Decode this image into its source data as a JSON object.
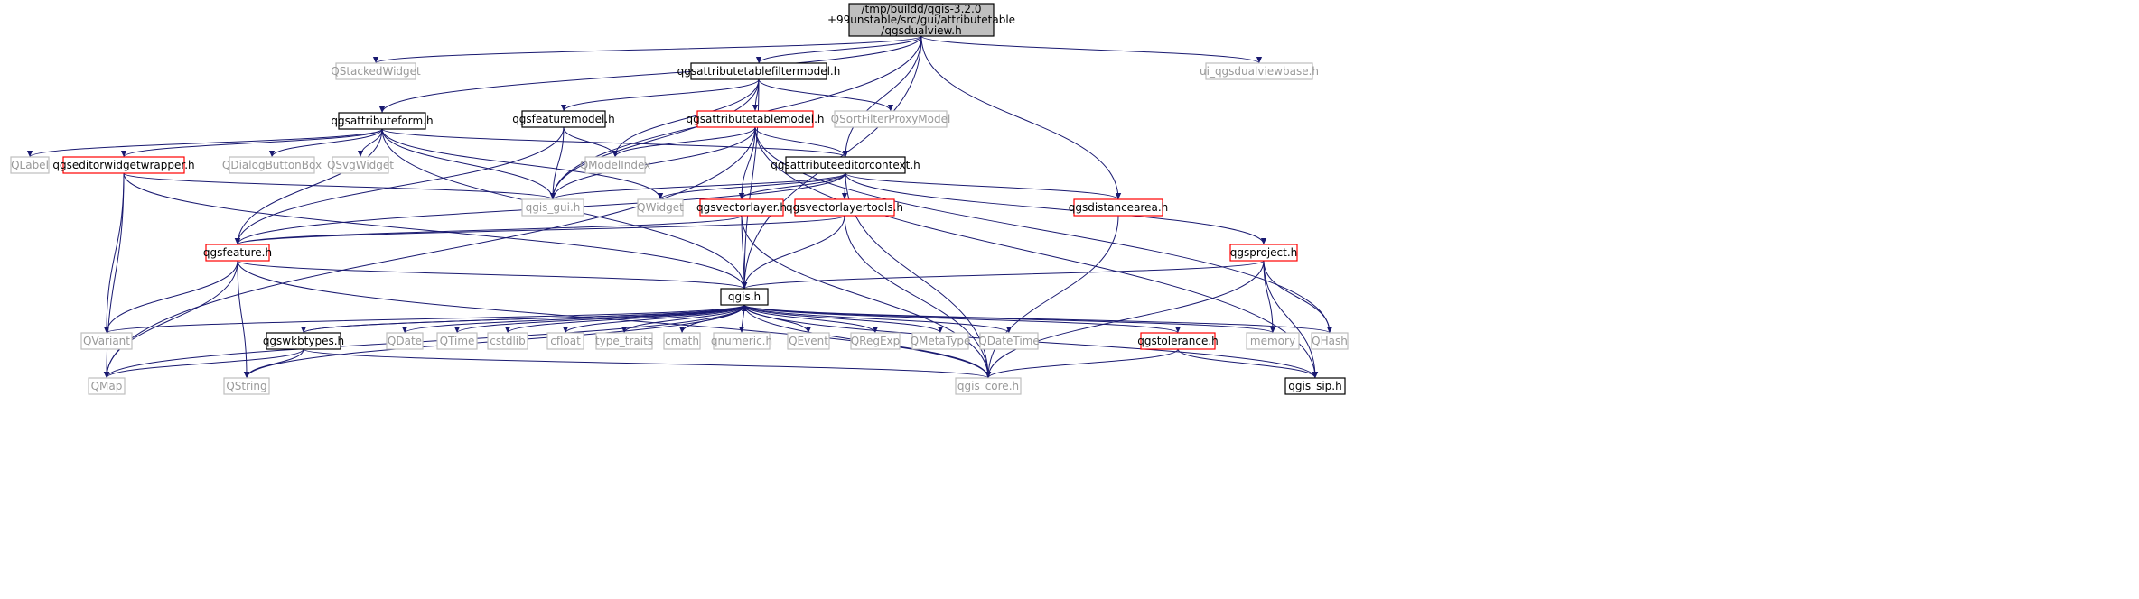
{
  "colors": {
    "edge": "#191970",
    "documented_border": "#000000",
    "undocumented_border": "#ff0000",
    "external_text": "#999999",
    "root_fill": "#bfbfbf"
  },
  "nodes": [
    {
      "id": "root",
      "lines": [
        "/tmp/buildd/qgis-3.2.0",
        "+99unstable/src/gui/attributetable",
        "/qgsdualview.h"
      ],
      "style": "root"
    },
    {
      "id": "QStackedWidget",
      "lines": [
        "QStackedWidget"
      ],
      "style": "gray"
    },
    {
      "id": "qgsattributetablefiltermodel",
      "lines": [
        "qgsattributetablefiltermodel.h"
      ],
      "style": "black"
    },
    {
      "id": "ui_qgsdualviewbase",
      "lines": [
        "ui_qgsdualviewbase.h"
      ],
      "style": "gray"
    },
    {
      "id": "qgsattributeform",
      "lines": [
        "qgsattributeform.h"
      ],
      "style": "black"
    },
    {
      "id": "qgsfeaturemodel",
      "lines": [
        "qgsfeaturemodel.h"
      ],
      "style": "black"
    },
    {
      "id": "qgsattributetablemodel",
      "lines": [
        "qgsattributetablemodel.h"
      ],
      "style": "red"
    },
    {
      "id": "QSortFilterProxyModel",
      "lines": [
        "QSortFilterProxyModel"
      ],
      "style": "gray"
    },
    {
      "id": "QLabel",
      "lines": [
        "QLabel"
      ],
      "style": "gray"
    },
    {
      "id": "qgseditorwidgetwrapper",
      "lines": [
        "qgseditorwidgetwrapper.h"
      ],
      "style": "red"
    },
    {
      "id": "QDialogButtonBox",
      "lines": [
        "QDialogButtonBox"
      ],
      "style": "gray"
    },
    {
      "id": "QSvgWidget",
      "lines": [
        "QSvgWidget"
      ],
      "style": "gray"
    },
    {
      "id": "QModelIndex",
      "lines": [
        "QModelIndex"
      ],
      "style": "gray"
    },
    {
      "id": "qgsattributeeditorcontext",
      "lines": [
        "qgsattributeeditorcontext.h"
      ],
      "style": "black"
    },
    {
      "id": "qgis_gui",
      "lines": [
        "qgis_gui.h"
      ],
      "style": "gray"
    },
    {
      "id": "QWidget",
      "lines": [
        "QWidget"
      ],
      "style": "gray"
    },
    {
      "id": "qgsvectorlayer",
      "lines": [
        "qgsvectorlayer.h"
      ],
      "style": "red"
    },
    {
      "id": "qgsvectorlayertools",
      "lines": [
        "qgsvectorlayertools.h"
      ],
      "style": "red"
    },
    {
      "id": "qgsdistancearea",
      "lines": [
        "qgsdistancearea.h"
      ],
      "style": "red"
    },
    {
      "id": "qgsfeature",
      "lines": [
        "qgsfeature.h"
      ],
      "style": "red"
    },
    {
      "id": "qgsproject",
      "lines": [
        "qgsproject.h"
      ],
      "style": "red"
    },
    {
      "id": "qgis",
      "lines": [
        "qgis.h"
      ],
      "style": "black"
    },
    {
      "id": "QVariant",
      "lines": [
        "QVariant"
      ],
      "style": "gray"
    },
    {
      "id": "qgswkbtypes",
      "lines": [
        "qgswkbtypes.h"
      ],
      "style": "black"
    },
    {
      "id": "QDate",
      "lines": [
        "QDate"
      ],
      "style": "gray"
    },
    {
      "id": "QTime",
      "lines": [
        "QTime"
      ],
      "style": "gray"
    },
    {
      "id": "cstdlib",
      "lines": [
        "cstdlib"
      ],
      "style": "gray"
    },
    {
      "id": "cfloat",
      "lines": [
        "cfloat"
      ],
      "style": "gray"
    },
    {
      "id": "type_traits",
      "lines": [
        "type_traits"
      ],
      "style": "gray"
    },
    {
      "id": "cmath",
      "lines": [
        "cmath"
      ],
      "style": "gray"
    },
    {
      "id": "qnumeric",
      "lines": [
        "qnumeric.h"
      ],
      "style": "gray"
    },
    {
      "id": "QEvent",
      "lines": [
        "QEvent"
      ],
      "style": "gray"
    },
    {
      "id": "QRegExp",
      "lines": [
        "QRegExp"
      ],
      "style": "gray"
    },
    {
      "id": "QMetaType",
      "lines": [
        "QMetaType"
      ],
      "style": "gray"
    },
    {
      "id": "QDateTime",
      "lines": [
        "QDateTime"
      ],
      "style": "gray"
    },
    {
      "id": "qgstolerance",
      "lines": [
        "qgstolerance.h"
      ],
      "style": "red"
    },
    {
      "id": "memory",
      "lines": [
        "memory"
      ],
      "style": "gray"
    },
    {
      "id": "QHash",
      "lines": [
        "QHash"
      ],
      "style": "gray"
    },
    {
      "id": "QMap",
      "lines": [
        "QMap"
      ],
      "style": "gray"
    },
    {
      "id": "QString",
      "lines": [
        "QString"
      ],
      "style": "gray"
    },
    {
      "id": "qgis_core",
      "lines": [
        "qgis_core.h"
      ],
      "style": "gray"
    },
    {
      "id": "qgis_sip",
      "lines": [
        "qgis_sip.h"
      ],
      "style": "black"
    }
  ],
  "edges": [
    [
      "root",
      "QStackedWidget"
    ],
    [
      "root",
      "qgsattributetablefiltermodel"
    ],
    [
      "root",
      "ui_qgsdualviewbase"
    ],
    [
      "root",
      "qgsattributeform"
    ],
    [
      "root",
      "qgis_gui"
    ],
    [
      "root",
      "qgsattributeeditorcontext"
    ],
    [
      "root",
      "qgsdistancearea"
    ],
    [
      "root",
      "qgis"
    ],
    [
      "qgsattributetablefiltermodel",
      "qgsfeaturemodel"
    ],
    [
      "qgsattributetablefiltermodel",
      "qgsattributetablemodel"
    ],
    [
      "qgsattributetablefiltermodel",
      "QSortFilterProxyModel"
    ],
    [
      "qgsattributetablefiltermodel",
      "QModelIndex"
    ],
    [
      "qgsattributetablefiltermodel",
      "qgis_gui"
    ],
    [
      "qgsattributetablefiltermodel",
      "qgis"
    ],
    [
      "qgsattributeform",
      "QLabel"
    ],
    [
      "qgsattributeform",
      "qgseditorwidgetwrapper"
    ],
    [
      "qgsattributeform",
      "QDialogButtonBox"
    ],
    [
      "qgsattributeform",
      "QSvgWidget"
    ],
    [
      "qgsattributeform",
      "qgsattributeeditorcontext"
    ],
    [
      "qgsattributeform",
      "qgis_gui"
    ],
    [
      "qgsattributeform",
      "QWidget"
    ],
    [
      "qgsattributeform",
      "qgsfeature"
    ],
    [
      "qgsattributeform",
      "qgis"
    ],
    [
      "qgsfeaturemodel",
      "QModelIndex"
    ],
    [
      "qgsfeaturemodel",
      "qgis_gui"
    ],
    [
      "qgsfeaturemodel",
      "qgsfeature"
    ],
    [
      "qgsattributetablemodel",
      "QModelIndex"
    ],
    [
      "qgsattributetablemodel",
      "qgsattributeeditorcontext"
    ],
    [
      "qgsattributetablemodel",
      "qgis_gui"
    ],
    [
      "qgsattributetablemodel",
      "qgsvectorlayer"
    ],
    [
      "qgsattributetablemodel",
      "QHash"
    ],
    [
      "qgsattributetablemodel",
      "qgis_sip"
    ],
    [
      "qgsattributetablemodel",
      "QMap"
    ],
    [
      "qgseditorwidgetwrapper",
      "qgis_gui"
    ],
    [
      "qgseditorwidgetwrapper",
      "QVariant"
    ],
    [
      "qgseditorwidgetwrapper",
      "qgis"
    ],
    [
      "qgseditorwidgetwrapper",
      "QMap"
    ],
    [
      "qgsattributeeditorcontext",
      "qgis_gui"
    ],
    [
      "qgsattributeeditorcontext",
      "QWidget"
    ],
    [
      "qgsattributeeditorcontext",
      "qgsvectorlayer"
    ],
    [
      "qgsattributeeditorcontext",
      "qgsvectorlayertools"
    ],
    [
      "qgsattributeeditorcontext",
      "qgsdistancearea"
    ],
    [
      "qgsattributeeditorcontext",
      "qgsproject"
    ],
    [
      "qgsattributeeditorcontext",
      "qgis_core"
    ],
    [
      "qgsattributeeditorcontext",
      "qgsfeature"
    ],
    [
      "qgsvectorlayer",
      "qgsfeature"
    ],
    [
      "qgsvectorlayer",
      "qgis"
    ],
    [
      "qgsvectorlayer",
      "qgis_core"
    ],
    [
      "qgsvectorlayertools",
      "qgsfeature"
    ],
    [
      "qgsvectorlayertools",
      "qgis"
    ],
    [
      "qgsvectorlayertools",
      "qgis_core"
    ],
    [
      "qgsdistancearea",
      "qgis_core"
    ],
    [
      "qgsfeature",
      "qgis"
    ],
    [
      "qgsfeature",
      "QVariant"
    ],
    [
      "qgsfeature",
      "QMap"
    ],
    [
      "qgsfeature",
      "QString"
    ],
    [
      "qgsfeature",
      "qgis_core"
    ],
    [
      "qgsproject",
      "qgis"
    ],
    [
      "qgsproject",
      "memory"
    ],
    [
      "qgsproject",
      "QHash"
    ],
    [
      "qgsproject",
      "qgis_core"
    ],
    [
      "qgsproject",
      "qgis_sip"
    ],
    [
      "qgis",
      "QVariant"
    ],
    [
      "qgis",
      "qgswkbtypes"
    ],
    [
      "qgis",
      "QDate"
    ],
    [
      "qgis",
      "QTime"
    ],
    [
      "qgis",
      "cstdlib"
    ],
    [
      "qgis",
      "cfloat"
    ],
    [
      "qgis",
      "type_traits"
    ],
    [
      "qgis",
      "cmath"
    ],
    [
      "qgis",
      "qnumeric"
    ],
    [
      "qgis",
      "QEvent"
    ],
    [
      "qgis",
      "QRegExp"
    ],
    [
      "qgis",
      "QMetaType"
    ],
    [
      "qgis",
      "QDateTime"
    ],
    [
      "qgis",
      "qgstolerance"
    ],
    [
      "qgis",
      "memory"
    ],
    [
      "qgis",
      "QHash"
    ],
    [
      "qgis",
      "QMap"
    ],
    [
      "qgis",
      "QString"
    ],
    [
      "qgis",
      "qgis_core"
    ],
    [
      "qgis",
      "qgis_sip"
    ],
    [
      "qgswkbtypes",
      "qgis"
    ],
    [
      "qgswkbtypes",
      "QMap"
    ],
    [
      "qgswkbtypes",
      "QString"
    ],
    [
      "qgswkbtypes",
      "qgis_core"
    ],
    [
      "qgstolerance",
      "qgis_core"
    ],
    [
      "qgstolerance",
      "qgis_sip"
    ]
  ]
}
